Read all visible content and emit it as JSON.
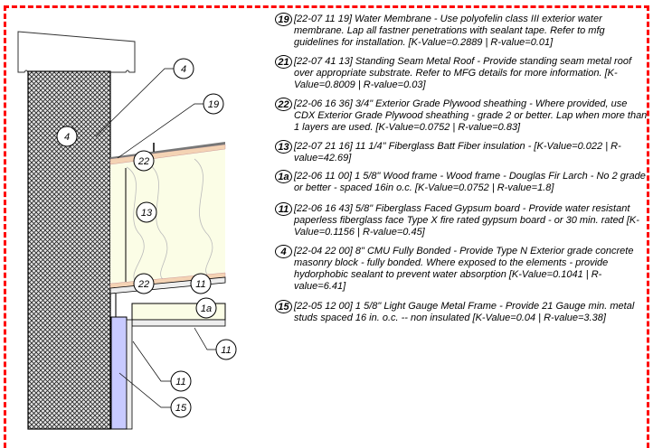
{
  "drawing": {
    "callouts": {
      "cmu_top": "4",
      "cmu_in_wall": "4",
      "membrane": "19",
      "plywood_top": "22",
      "insulation": "13",
      "plywood_bottom": "22",
      "gypsum_roof": "11",
      "wood_frame": "1a",
      "gypsum_ceiling": "11",
      "gypsum_wall": "11",
      "metal_frame": "15"
    },
    "colors": {
      "insulation": "#fbfde6",
      "plywood": "#f4d3b4",
      "metal_stud": "#c8caff",
      "gypsum": "#eeeeee",
      "cmu_fill": "#e6e6e6",
      "frame": "#ff0000"
    }
  },
  "notes": [
    {
      "tag": "19",
      "code": "[22-07 11 19]",
      "text": " Water Membrane - Use polyofelin class III exterior water membrane. Lap all fastner penetrations with sealant tape. Refer to mfg guidelines for installation.   ",
      "values": "[K-Value=0.2889 | R-value=0.01]"
    },
    {
      "tag": "21",
      "code": "[22-07 41 13]",
      "text": " Standing Seam Metal Roof - Provide standing seam metal roof over appropriate substrate. Refer to MFG details for more information. ",
      "values": "[K-Value=0.8009 | R-value=0.03]"
    },
    {
      "tag": "22",
      "code": "[22-06 16 36]",
      "text": " 3/4\" Exterior Grade Plywood sheathing - Where provided, use CDX Exterior Grade Plywood sheathing - grade 2 or better. Lap when more than 1 layers are used.  ",
      "values": "[K-Value=0.0752 | R-value=0.83]"
    },
    {
      "tag": "13",
      "code": "[22-07 21 16]",
      "text": " 11 1/4\" Fiberglass Batt Fiber insulation -   ",
      "values": "[K-Value=0.022 | R-value=42.69]"
    },
    {
      "tag": "1a",
      "code": "[22-06 11 00]",
      "text": " 1 5/8\" Wood frame - Wood frame - Douglas Fir Larch - No 2 grade or better - spaced 16in o.c.  ",
      "values": "[K-Value=0.0752 | R-value=1.8]"
    },
    {
      "tag": "11",
      "code": "[22-06 16 43]",
      "text": " 5/8\" Fiberglass Faced Gypsum board - Provide water resistant paperless fiberglass face Type X fire rated gypsum board - or 30 min. rated ",
      "values": "[K-Value=0.1156 | R-value=0.45]"
    },
    {
      "tag": "4",
      "code": "[22-04 22 00]",
      "text": " 8\" CMU Fully Bonded - Provide Type N Exterior grade concrete masonry block - fully bonded. Where exposed to the elements - provide hydorphobic sealant to prevent water absorption  ",
      "values": "[K-Value=0.1041 | R-value=6.41]"
    },
    {
      "tag": "15",
      "code": "[22-05 12 00]",
      "text": " 1 5/8\" Light Gauge Metal Frame - Provide 21 Gauge min. metal studs spaced 16 in. o.c. -- non insulated  ",
      "values": "[K-Value=0.04 | R-value=3.38]"
    }
  ]
}
